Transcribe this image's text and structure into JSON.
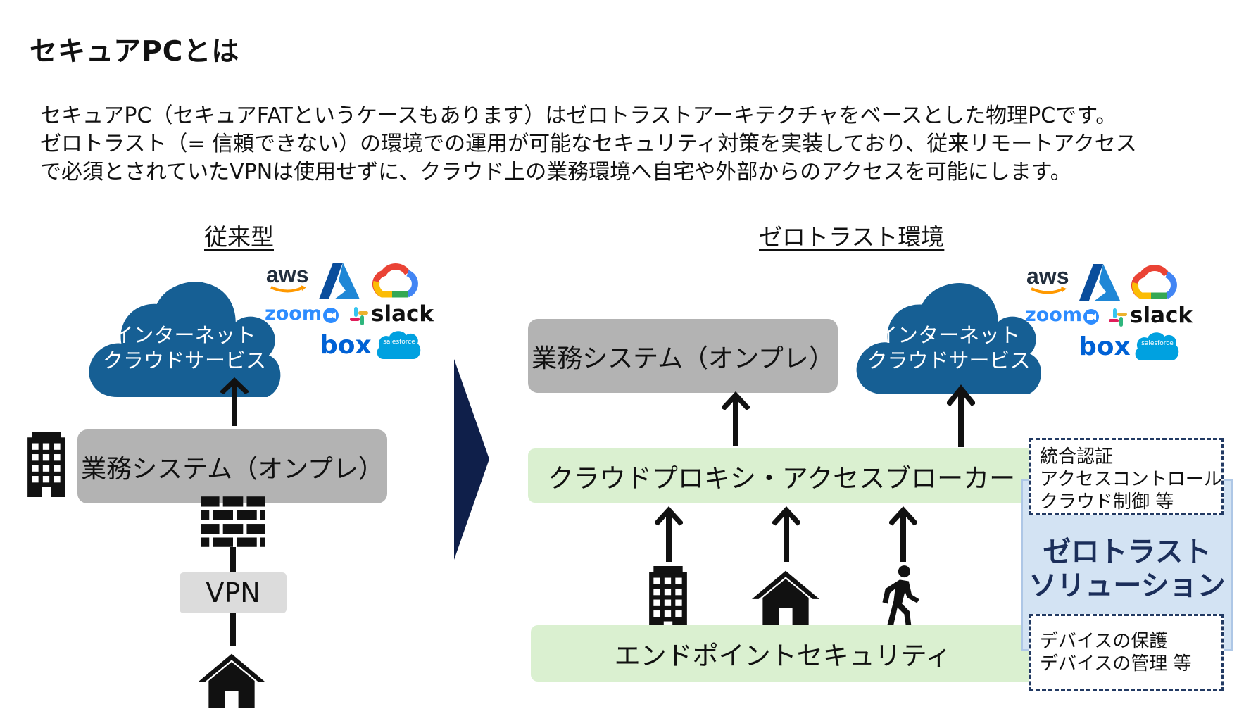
{
  "page": {
    "title": "セキュアPCとは"
  },
  "intro": {
    "line1": "セキュアPC（セキュアFATというケースもあります）はゼロトラストアーキテクチャをベースとした物理PCです。",
    "line2": "ゼロトラスト（= 信頼できない）の環境での運用が可能なセキュリティ対策を実装しており、従来リモートアクセス",
    "line3": "で必須とされていたVPNは使用せずに、クラウド上の業務環境へ自宅や外部からのアクセスを可能にします。"
  },
  "left": {
    "heading": "従来型",
    "cloud_line1": "インターネット",
    "cloud_line2": "クラウドサービス",
    "onprem": "業務システム（オンプレ）",
    "vpn": "VPN"
  },
  "right": {
    "heading": "ゼロトラスト環境",
    "onprem": "業務システム（オンプレ）",
    "cloud_line1": "インターネット",
    "cloud_line2": "クラウドサービス",
    "proxy": "クラウドプロキシ・アクセスブローカー",
    "endpoint": "エンドポイントセキュリティ"
  },
  "logos": {
    "aws": "aws",
    "zoom": "zoom",
    "slack": "slack",
    "box": "box",
    "salesforce": "salesforce"
  },
  "solution": {
    "top_lines": [
      "統合認証",
      "アクセスコントロール",
      "クラウド制御 等"
    ],
    "title_line1": "ゼロトラスト",
    "title_line2": "ソリューション",
    "bottom_lines": [
      "デバイスの保護",
      "デバイスの管理 等"
    ]
  },
  "colors": {
    "cloud": "#165f94",
    "grey_box": "#b3b3b3",
    "green_bar": "#daf0d0",
    "zt_panel": "#d3e3f3",
    "zt_border": "#aec7e6",
    "dash_border": "#223a63",
    "chevron": "#0f1f4a",
    "zt_title": "#1b2e5a"
  }
}
